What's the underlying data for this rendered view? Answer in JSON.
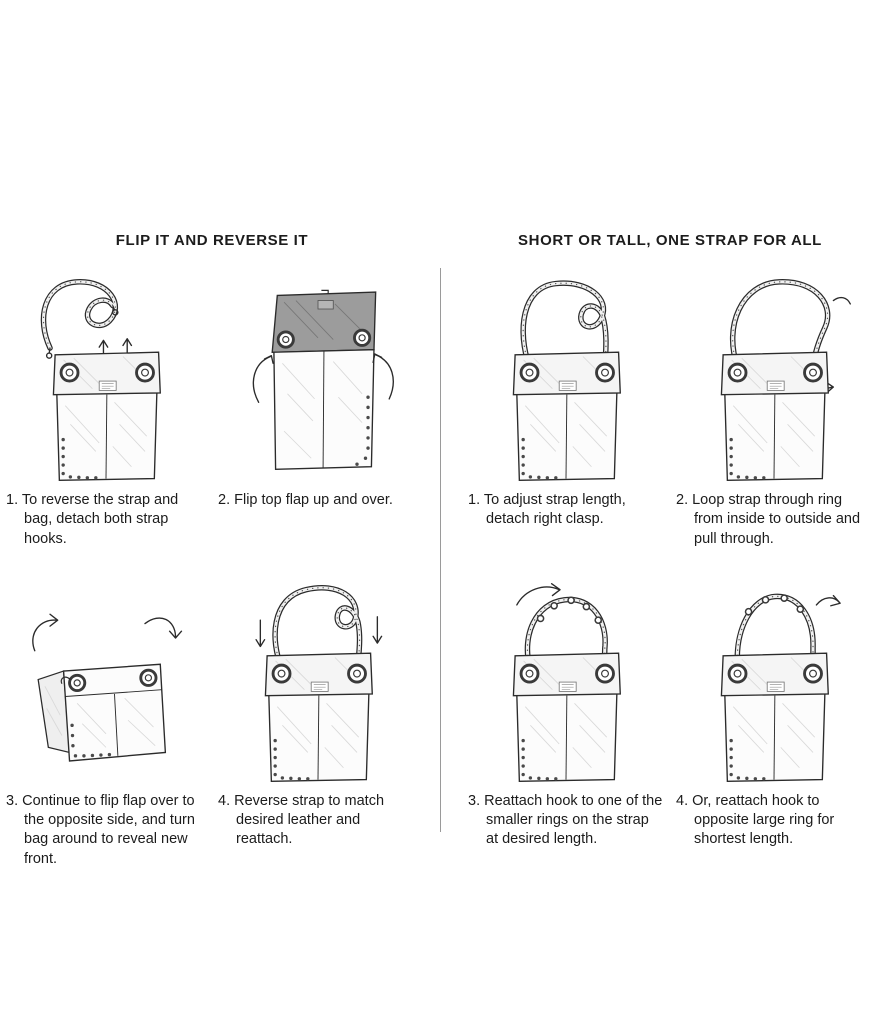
{
  "page": {
    "background": "#ffffff",
    "ink_color": "#1c1c1c",
    "divider_color": "#9a9a9a"
  },
  "sections": [
    {
      "title": "FLIP IT AND REVERSE IT",
      "steps": [
        {
          "caption": "1. To reverse the strap and bag, detach both strap hooks.",
          "illustration": "bag-with-detached-strap-and-up-arrows"
        },
        {
          "caption": "2. Flip top flap up and over.",
          "illustration": "bag-with-flap-flipped-up"
        },
        {
          "caption": "3. Continue to flip flap over to the opposite side, and turn bag around to reveal new front.",
          "illustration": "bag-with-flap-folded-to-side"
        },
        {
          "caption": "4. Reverse strap to match desired leather and reattach.",
          "illustration": "bag-with-strap-reattached-down-arrows"
        }
      ]
    },
    {
      "title": "SHORT OR TALL, ONE STRAP FOR ALL",
      "steps": [
        {
          "caption": "1. To adjust strap length, detach right clasp.",
          "illustration": "bag-with-long-crossed-strap"
        },
        {
          "caption": "2. Loop strap through ring from inside to outside and pull through.",
          "illustration": "bag-with-strap-looped-through-ring"
        },
        {
          "caption": "3. Reattach hook to one of the smaller rings on the strap at desired length.",
          "illustration": "bag-with-strap-hooked-to-small-ring"
        },
        {
          "caption": "4. Or, reattach hook to opposite large ring for shortest length.",
          "illustration": "bag-with-strap-at-shortest-length"
        }
      ]
    }
  ]
}
